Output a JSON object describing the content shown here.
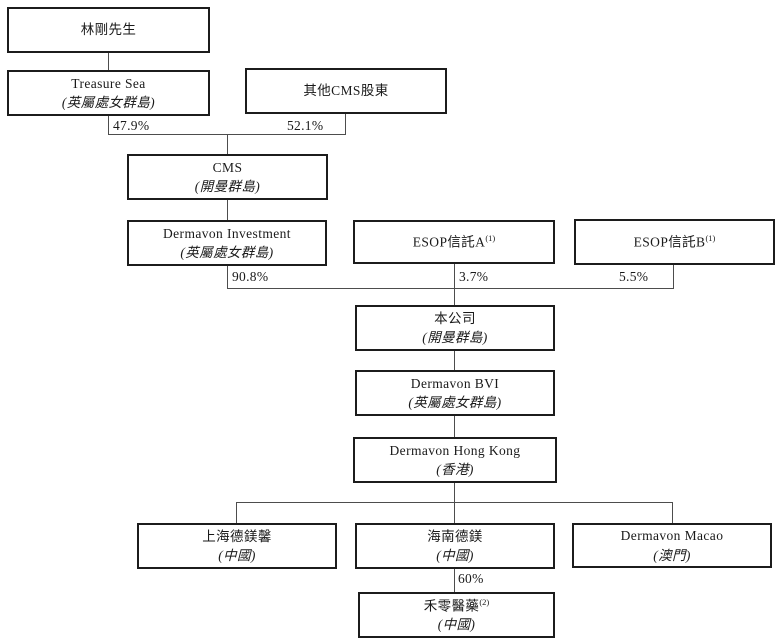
{
  "diagram": {
    "type": "corporate-structure-org-chart",
    "background_color": "#ffffff",
    "box_border_color": "#1c1c1c",
    "connector_color": "#4d4d4d",
    "nodes": {
      "mr_lin": {
        "name": "林剛先生"
      },
      "treasure_sea": {
        "name": "Treasure Sea",
        "jurisdiction": "(英屬處女群島)"
      },
      "other_cms_shareholders": {
        "name": "其他CMS股東"
      },
      "cms": {
        "name": "CMS",
        "jurisdiction": "(開曼群島)"
      },
      "dermavon_investment": {
        "name": "Dermavon Investment",
        "jurisdiction": "(英屬處女群島)"
      },
      "esop_trust_a": {
        "name": "ESOP信託A",
        "footnote": "(1)"
      },
      "esop_trust_b": {
        "name": "ESOP信託B",
        "footnote": "(1)"
      },
      "the_company": {
        "name": "本公司",
        "jurisdiction": "(開曼群島)"
      },
      "dermavon_bvi": {
        "name": "Dermavon BVI",
        "jurisdiction": "(英屬處女群島)"
      },
      "dermavon_hong_kong": {
        "name": "Dermavon Hong Kong",
        "jurisdiction": "(香港)"
      },
      "shanghai_demeixin": {
        "name": "上海德鎂馨",
        "jurisdiction": "(中國)"
      },
      "hainan_demei": {
        "name": "海南德鎂",
        "jurisdiction": "(中國)"
      },
      "dermavon_macao": {
        "name": "Dermavon Macao",
        "jurisdiction": "(澳門)"
      },
      "heling_pharma": {
        "name": "禾零醫藥",
        "footnote": "(2)",
        "jurisdiction": "(中國)"
      }
    },
    "ownership_labels": {
      "treasure_sea_in_cms": "47.9%",
      "other_shareholders_in_cms": "52.1%",
      "dermavon_investment_in_company": "90.8%",
      "esop_a_in_company": "3.7%",
      "esop_b_in_company": "5.5%",
      "hainan_in_heling": "60%"
    }
  }
}
